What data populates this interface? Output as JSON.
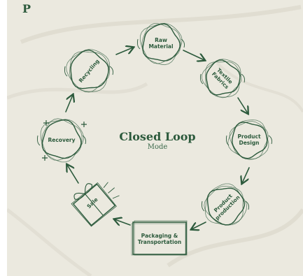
{
  "corner_mark": "P",
  "center": {
    "title": "Closed Loop",
    "subtitle": "Mode"
  },
  "colors": {
    "ink": "#2c5a3c",
    "paper": "#ebe9df"
  },
  "nodes": [
    {
      "id": "raw-material",
      "label": "Raw Material",
      "shape": "circle"
    },
    {
      "id": "textile-fabrics",
      "label": "Textile Fabrics",
      "shape": "circle"
    },
    {
      "id": "product-design",
      "label": "Product Design",
      "shape": "circle"
    },
    {
      "id": "product-production",
      "label": "Product production",
      "shape": "circle"
    },
    {
      "id": "packaging",
      "label": "Packaging & Transportation",
      "shape": "box"
    },
    {
      "id": "sale",
      "label": "Sale",
      "shape": "gift"
    },
    {
      "id": "recovery",
      "label": "Recovery",
      "shape": "circle"
    },
    {
      "id": "recycling",
      "label": "Recycling",
      "shape": "circle"
    }
  ]
}
